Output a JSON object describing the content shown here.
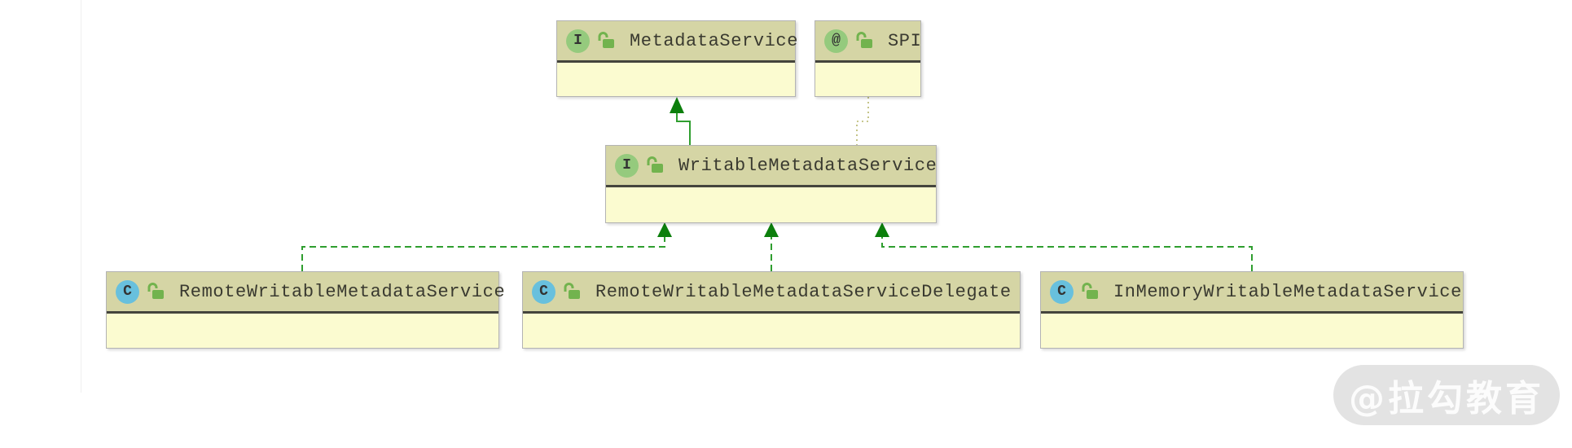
{
  "colors": {
    "header_bg": "#d5d5a5",
    "body_bg": "#fbfbd0",
    "divider": "#44443c",
    "label_text": "#3a3a30",
    "edge_green": "#2f9e2f",
    "arrow_green": "#0c7f0c",
    "annotation_edge": "#b5b56a",
    "interface_icon_bg": "#95ca7d",
    "class_icon_bg": "#68c0dd",
    "lock_green": "#72b34e"
  },
  "diagram": {
    "nodes": [
      {
        "name": "MetadataService",
        "type": "interface",
        "icon_letter": "I",
        "visibility": "public"
      },
      {
        "name": "SPI",
        "type": "annotation",
        "icon_letter": "@",
        "visibility": "public"
      },
      {
        "name": "WritableMetadataService",
        "type": "interface",
        "icon_letter": "I",
        "visibility": "public"
      },
      {
        "name": "RemoteWritableMetadataService",
        "type": "class",
        "icon_letter": "C",
        "visibility": "public"
      },
      {
        "name": "RemoteWritableMetadataServiceDelegate",
        "type": "class",
        "icon_letter": "C",
        "visibility": "public"
      },
      {
        "name": "InMemoryWritableMetadataService",
        "type": "class",
        "icon_letter": "C",
        "visibility": "public"
      }
    ],
    "edges": [
      {
        "from": "WritableMetadataService",
        "to": "MetadataService",
        "relation": "extends",
        "style": "solid-green-arrow"
      },
      {
        "from": "SPI",
        "to": "WritableMetadataService",
        "relation": "annotation",
        "style": "dotted-olive"
      },
      {
        "from": "RemoteWritableMetadataService",
        "to": "WritableMetadataService",
        "relation": "implements",
        "style": "dashed-green-arrow"
      },
      {
        "from": "RemoteWritableMetadataServiceDelegate",
        "to": "WritableMetadataService",
        "relation": "implements",
        "style": "dashed-green-arrow"
      },
      {
        "from": "InMemoryWritableMetadataService",
        "to": "WritableMetadataService",
        "relation": "implements",
        "style": "dashed-green-arrow"
      }
    ]
  },
  "watermark": {
    "text": "@拉勾教育"
  }
}
